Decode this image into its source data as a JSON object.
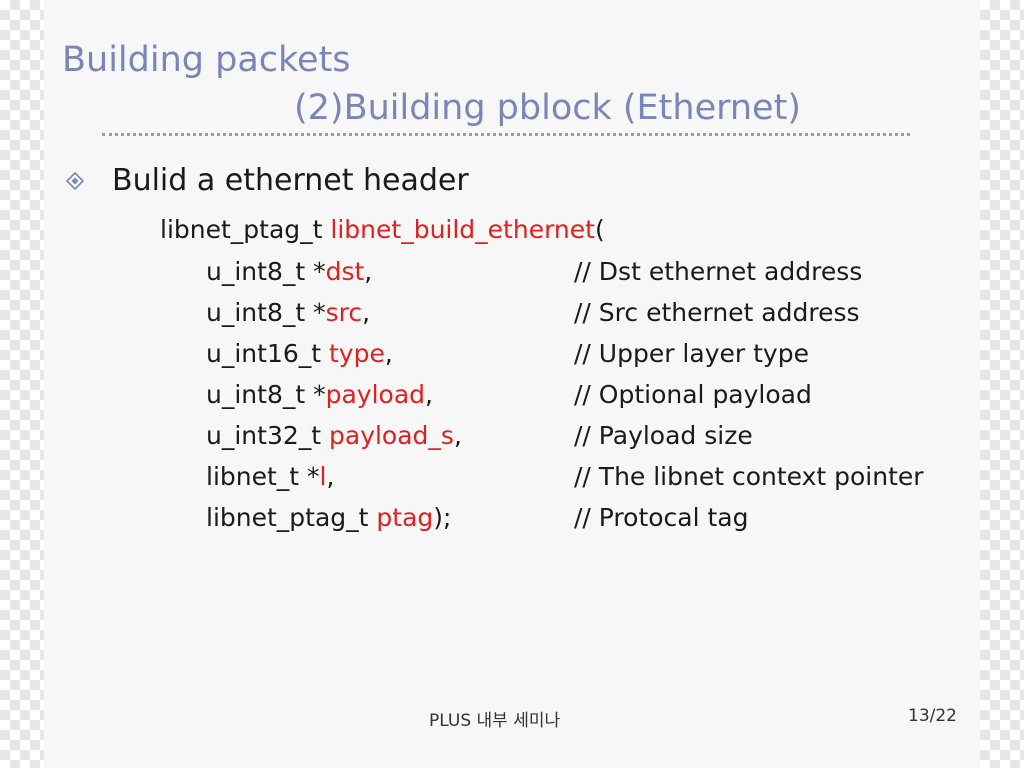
{
  "slide": {
    "title_line1": "Building packets",
    "title_line2": "(2)Building pblock (Ethernet)",
    "bullet": "Bulid a ethernet header",
    "signature": {
      "prefix": "libnet_ptag_t ",
      "func": "libnet_build_ethernet",
      "suffix": "("
    },
    "params": [
      {
        "type": "u_int8_t *",
        "name": "dst",
        "end": ",",
        "comment": "// Dst ethernet address"
      },
      {
        "type": "u_int8_t *",
        "name": "src",
        "end": ",",
        "comment": "// Src ethernet address"
      },
      {
        "type": "u_int16_t ",
        "name": "type",
        "end": ",",
        "comment": "// Upper layer type"
      },
      {
        "type": "u_int8_t *",
        "name": "payload",
        "end": ",",
        "comment": "// Optional payload"
      },
      {
        "type": "u_int32_t ",
        "name": "payload_s",
        "end": ",",
        "comment": "// Payload size"
      },
      {
        "type": "libnet_t *",
        "name": "l",
        "end": ",",
        "comment": "// The libnet context pointer"
      },
      {
        "type": "libnet_ptag_t ",
        "name": "ptag",
        "end": ");",
        "comment": "// Protocal tag"
      }
    ],
    "footer_center": "PLUS 내부 세미나",
    "footer_page": "13/22"
  },
  "colors": {
    "title": "#7a86b8",
    "rule": "#8f9acb",
    "highlight": "#e0201e",
    "text": "#1a1a1a"
  },
  "icons": {
    "bullet": "diamond-bullet-icon"
  }
}
